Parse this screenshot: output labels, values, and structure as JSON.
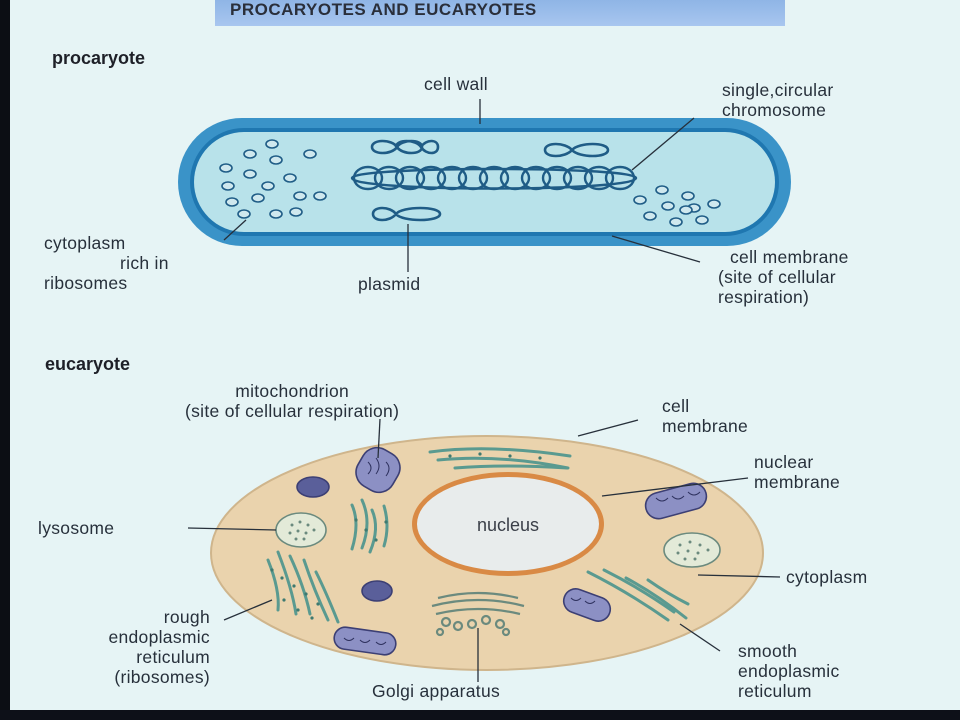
{
  "title": "PROCARYOTES AND EUCARYOTES",
  "prokaryote": {
    "heading": "procaryote",
    "labels": {
      "cell_wall": "cell wall",
      "chromosome": [
        "single,circular",
        "chromosome"
      ],
      "cytoplasm": [
        "cytoplasm",
        "rich in",
        "ribosomes"
      ],
      "plasmid": "plasmid",
      "membrane": [
        "cell membrane",
        "(site of cellular",
        "respiration)"
      ]
    }
  },
  "eukaryote": {
    "heading": "eucaryote",
    "labels": {
      "mitochondrion": [
        "mitochondrion",
        "(site of cellular respiration)"
      ],
      "cell_membrane": [
        "cell",
        "membrane"
      ],
      "nuclear_membrane": [
        "nuclear",
        "membrane"
      ],
      "nucleus": "nucleus",
      "lysosome": "lysosome",
      "cytoplasm": "cytoplasm",
      "rough_er": [
        "rough",
        "endoplasmic",
        "reticulum",
        "(ribosomes)"
      ],
      "smooth_er": [
        "smooth",
        "endoplasmic",
        "reticulum"
      ],
      "golgi": "Golgi apparatus"
    }
  },
  "colors": {
    "background": "#e6f4f5",
    "bacterium_wall": "#3a93c8",
    "bacterium_cytoplasm": "#b8e2ea",
    "eukaryote_cytoplasm": "#ead3ad",
    "nucleus": "#e8ecec",
    "nuclear_membrane": "#d98a45",
    "organelle_blue": "#7a7fb6",
    "er_green": "#6ea79d"
  }
}
